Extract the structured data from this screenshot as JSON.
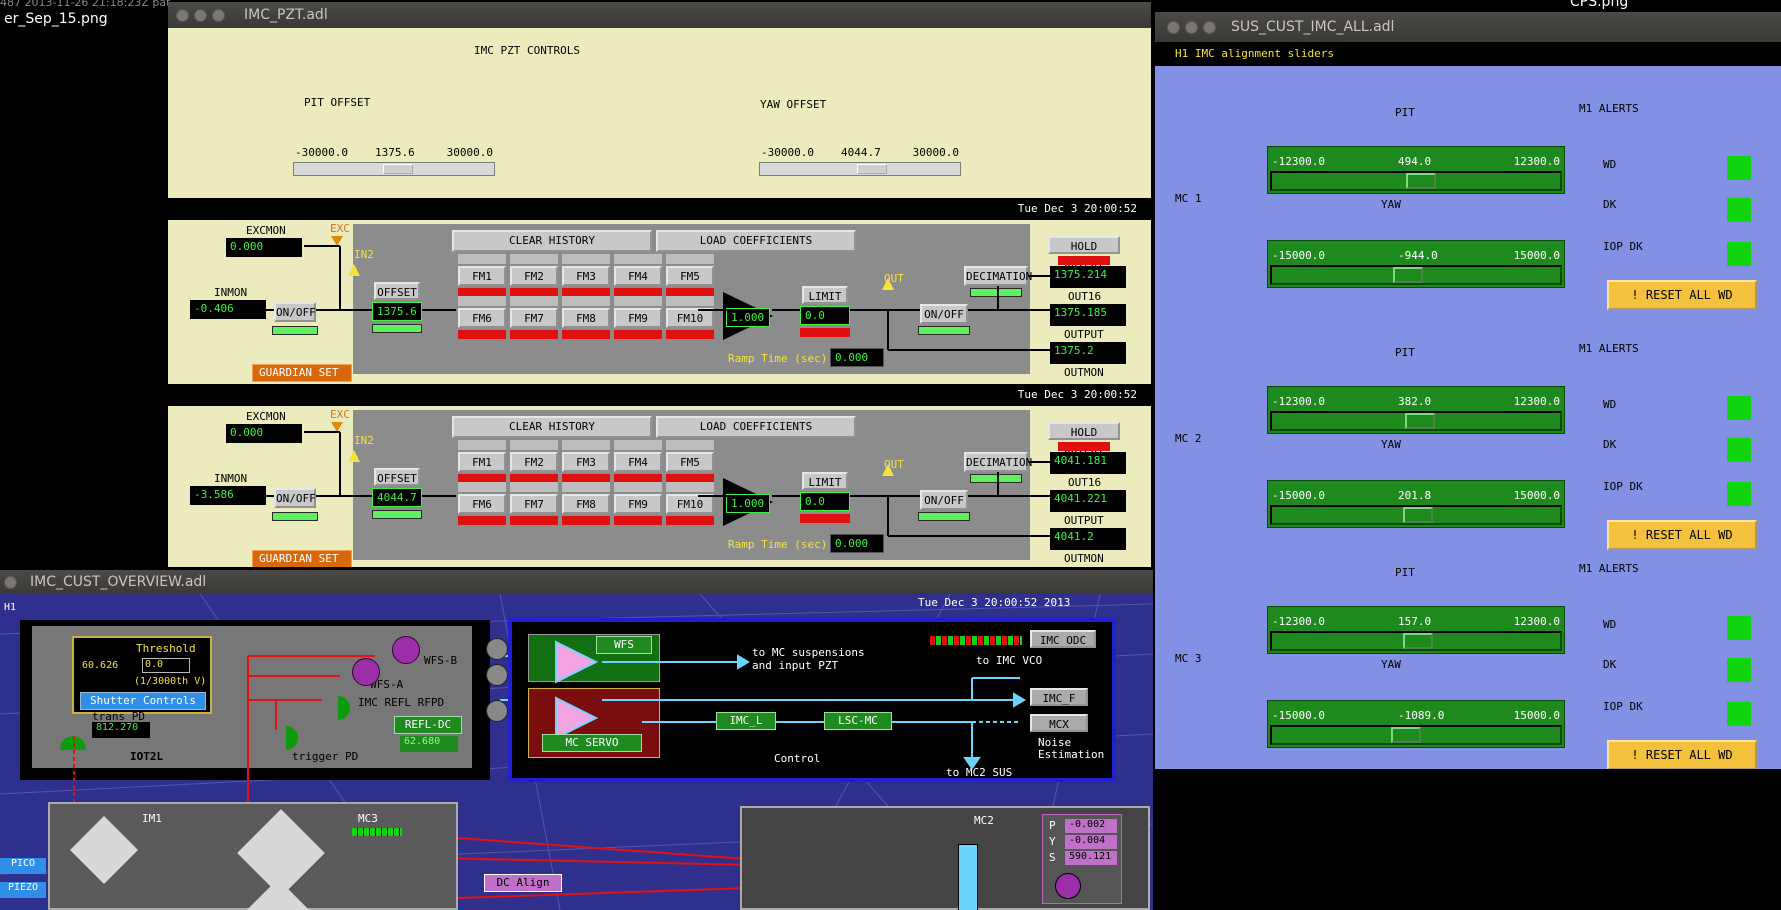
{
  "desktop": {
    "top_left_1": "487 2013-11-26 21:18:23Z pat",
    "top_left_2": "er_Sep_15.png",
    "top_right": "CPS.png"
  },
  "pzt": {
    "title": "IMC_PZT.adl",
    "heading": "IMC PZT CONTROLS",
    "pit": {
      "label": "PIT OFFSET",
      "min": "-30000.0",
      "val": "1375.6",
      "max": "30000.0",
      "frac": 0.523
    },
    "yaw": {
      "label": "YAW OFFSET",
      "min": "-30000.0",
      "val": "4044.7",
      "max": "30000.0",
      "frac": 0.567
    },
    "filters": [
      {
        "timestamp": "Tue Dec  3 20:00:52",
        "exc": "EXC",
        "excmon_label": "EXCMON",
        "excmon": "0.000",
        "inmon_label": "INMON",
        "inmon": "-0.406",
        "in2": "IN2",
        "offset_label": "OFFSET",
        "offset": "1375.6",
        "onoff": "ON/OFF",
        "clear": "CLEAR HISTORY",
        "load": "LOAD COEFFICIENTS",
        "fm": [
          "FM1",
          "FM2",
          "FM3",
          "FM4",
          "FM5",
          "FM6",
          "FM7",
          "FM8",
          "FM9",
          "FM10"
        ],
        "gain": "1.000",
        "limit_label": "LIMIT",
        "limit": "0.0",
        "out": "OUT",
        "onoff2": "ON/OFF",
        "decimation": "DECIMATION",
        "hold": "HOLD OUTPUT",
        "out16": "1375.214",
        "out16_label": "OUT16",
        "output": "1375.185",
        "output_label": "OUTPUT",
        "outmon": "1375.2",
        "outmon_label": "OUTMON",
        "ramp_label": "Ramp Time (sec):",
        "ramp": "0.000",
        "guardian": "GUARDIAN SET"
      },
      {
        "timestamp": "Tue Dec  3 20:00:52",
        "exc": "EXC",
        "excmon_label": "EXCMON",
        "excmon": "0.000",
        "inmon_label": "INMON",
        "inmon": "-3.586",
        "in2": "IN2",
        "offset_label": "OFFSET",
        "offset": "4044.7",
        "onoff": "ON/OFF",
        "clear": "CLEAR HISTORY",
        "load": "LOAD COEFFICIENTS",
        "fm": [
          "FM1",
          "FM2",
          "FM3",
          "FM4",
          "FM5",
          "FM6",
          "FM7",
          "FM8",
          "FM9",
          "FM10"
        ],
        "gain": "1.000",
        "limit_label": "LIMIT",
        "limit": "0.0",
        "out": "OUT",
        "onoff2": "ON/OFF",
        "decimation": "DECIMATION",
        "hold": "HOLD OUTPUT",
        "out16": "4041.181",
        "out16_label": "OUT16",
        "output": "4041.221",
        "output_label": "OUTPUT",
        "outmon": "4041.2",
        "outmon_label": "OUTMON",
        "ramp_label": "Ramp Time (sec):",
        "ramp": "0.000",
        "guardian": "GUARDIAN SET"
      }
    ]
  },
  "sus": {
    "title": "SUS_CUST_IMC_ALL.adl",
    "header": "H1 IMC alignment sliders",
    "groups": [
      {
        "name": "MC 1",
        "pit_label": "PIT",
        "yaw_label": "YAW",
        "alerts": "M1 ALERTS",
        "pit": {
          "min": "-12300.0",
          "val": "494.0",
          "max": "12300.0",
          "frac": 0.52
        },
        "yaw": {
          "min": "-15000.0",
          "val": "-944.0",
          "max": "15000.0",
          "frac": 0.47
        },
        "wd": "WD",
        "dk": "DK",
        "iop": "IOP DK",
        "reset": "! RESET ALL WD"
      },
      {
        "name": "MC 2",
        "pit_label": "PIT",
        "yaw_label": "YAW",
        "alerts": "M1 ALERTS",
        "pit": {
          "min": "-12300.0",
          "val": "382.0",
          "max": "12300.0",
          "frac": 0.515
        },
        "yaw": {
          "min": "-15000.0",
          "val": "201.8",
          "max": "15000.0",
          "frac": 0.507
        },
        "wd": "WD",
        "dk": "DK",
        "iop": "IOP DK",
        "reset": "! RESET ALL WD"
      },
      {
        "name": "MC 3",
        "pit_label": "PIT",
        "yaw_label": "YAW",
        "alerts": "M1 ALERTS",
        "pit": {
          "min": "-12300.0",
          "val": "157.0",
          "max": "12300.0",
          "frac": 0.506
        },
        "yaw": {
          "min": "-15000.0",
          "val": "-1089.0",
          "max": "15000.0",
          "frac": 0.464
        },
        "wd": "WD",
        "dk": "DK",
        "iop": "IOP DK",
        "reset": "! RESET ALL WD"
      }
    ]
  },
  "overview": {
    "title": "IMC_CUST_OVERVIEW.adl",
    "h1": "H1",
    "timestamp": "Tue Dec  3 20:00:52 2013",
    "threshold_label": "Threshold",
    "threshold_val": "60.626",
    "threshold_input": "0.0",
    "threshold_units": "(1/3000th V)",
    "shutter": "Shutter Controls",
    "trans_pd": "trans PD",
    "trans_val": "812.270",
    "iot2l": "IOT2L",
    "trigger_pd": "trigger PD",
    "wfs_b": "WFS-B",
    "wfs_a": "WFS-A",
    "refl_rfpd": "IMC REFL RFPD",
    "refl_dc": "REFL-DC",
    "refl_dc_val": "62.680",
    "wfs_btn": "WFS",
    "mc_servo": "MC SERVO",
    "to_mc": "to MC suspensions",
    "and_pzt": "and input PZT",
    "imc_odc": "IMC ODC",
    "to_vco": "to IMC VCO",
    "imc_f": "IMC_F",
    "mcx": "MCX",
    "noise": "Noise",
    "estimation": "Estimation",
    "imc_l": "IMC_L",
    "lsc_mc": "LSC-MC",
    "control": "Control",
    "to_mc2": "to MC2 SUS",
    "im1": "IM1",
    "mc3": "MC3",
    "mc2": "MC2",
    "dc_align": "DC Align",
    "pico": "PICO",
    "piezo": "PIEZO",
    "p_label": "P",
    "p_val": "-0.002",
    "y_label": "Y",
    "y_val": "-0.004",
    "s_label": "S",
    "s_val": "590.121"
  }
}
